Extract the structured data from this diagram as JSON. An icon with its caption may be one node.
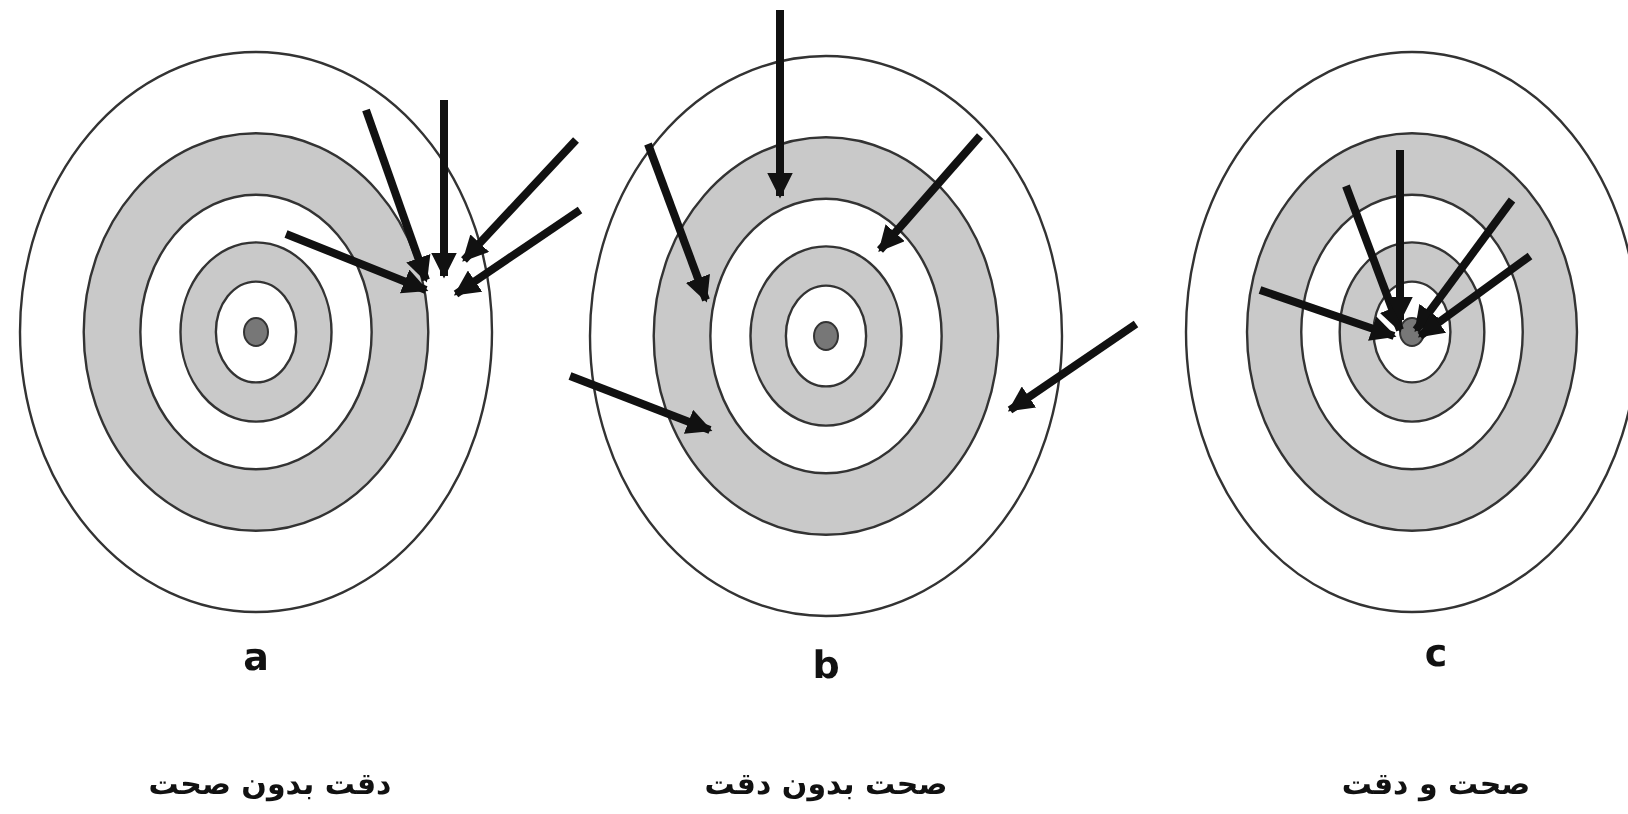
{
  "diagram": {
    "labels": [
      "a",
      "b",
      "c",
      "دقت بدون صحت",
      "صحت بدون دقت",
      "صحت و دقت"
    ]
  }
}
